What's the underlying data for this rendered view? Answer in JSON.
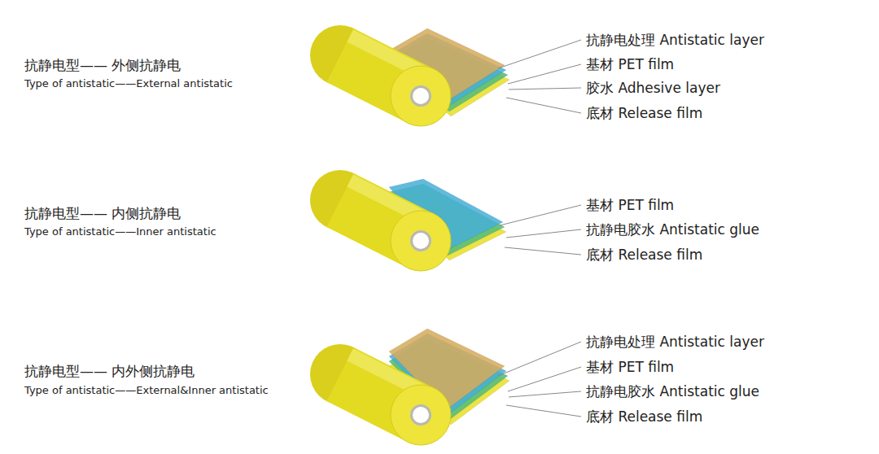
{
  "diagram": {
    "labels": [
      "抗静电型—— 外侧抗静电",
      "Type of antistatic——External antistatic",
      "抗静电处理 Antistatic layer",
      "基材 PET film",
      "胶水 Adhesive layer",
      "底材 Release film",
      "抗静电型—— 内侧抗静电",
      "Type of antistatic——Inner antistatic",
      "基材 PET film",
      "抗静电胶水 Antistatic glue",
      "底材 Release film",
      "抗静电型—— 内外侧抗静电",
      "Type of antistatic——External&Inner antistatic",
      "抗静电处理 Antistatic layer",
      "基材 PET film",
      "抗静电胶水 Antistatic glue",
      "底材 Release film"
    ]
  }
}
